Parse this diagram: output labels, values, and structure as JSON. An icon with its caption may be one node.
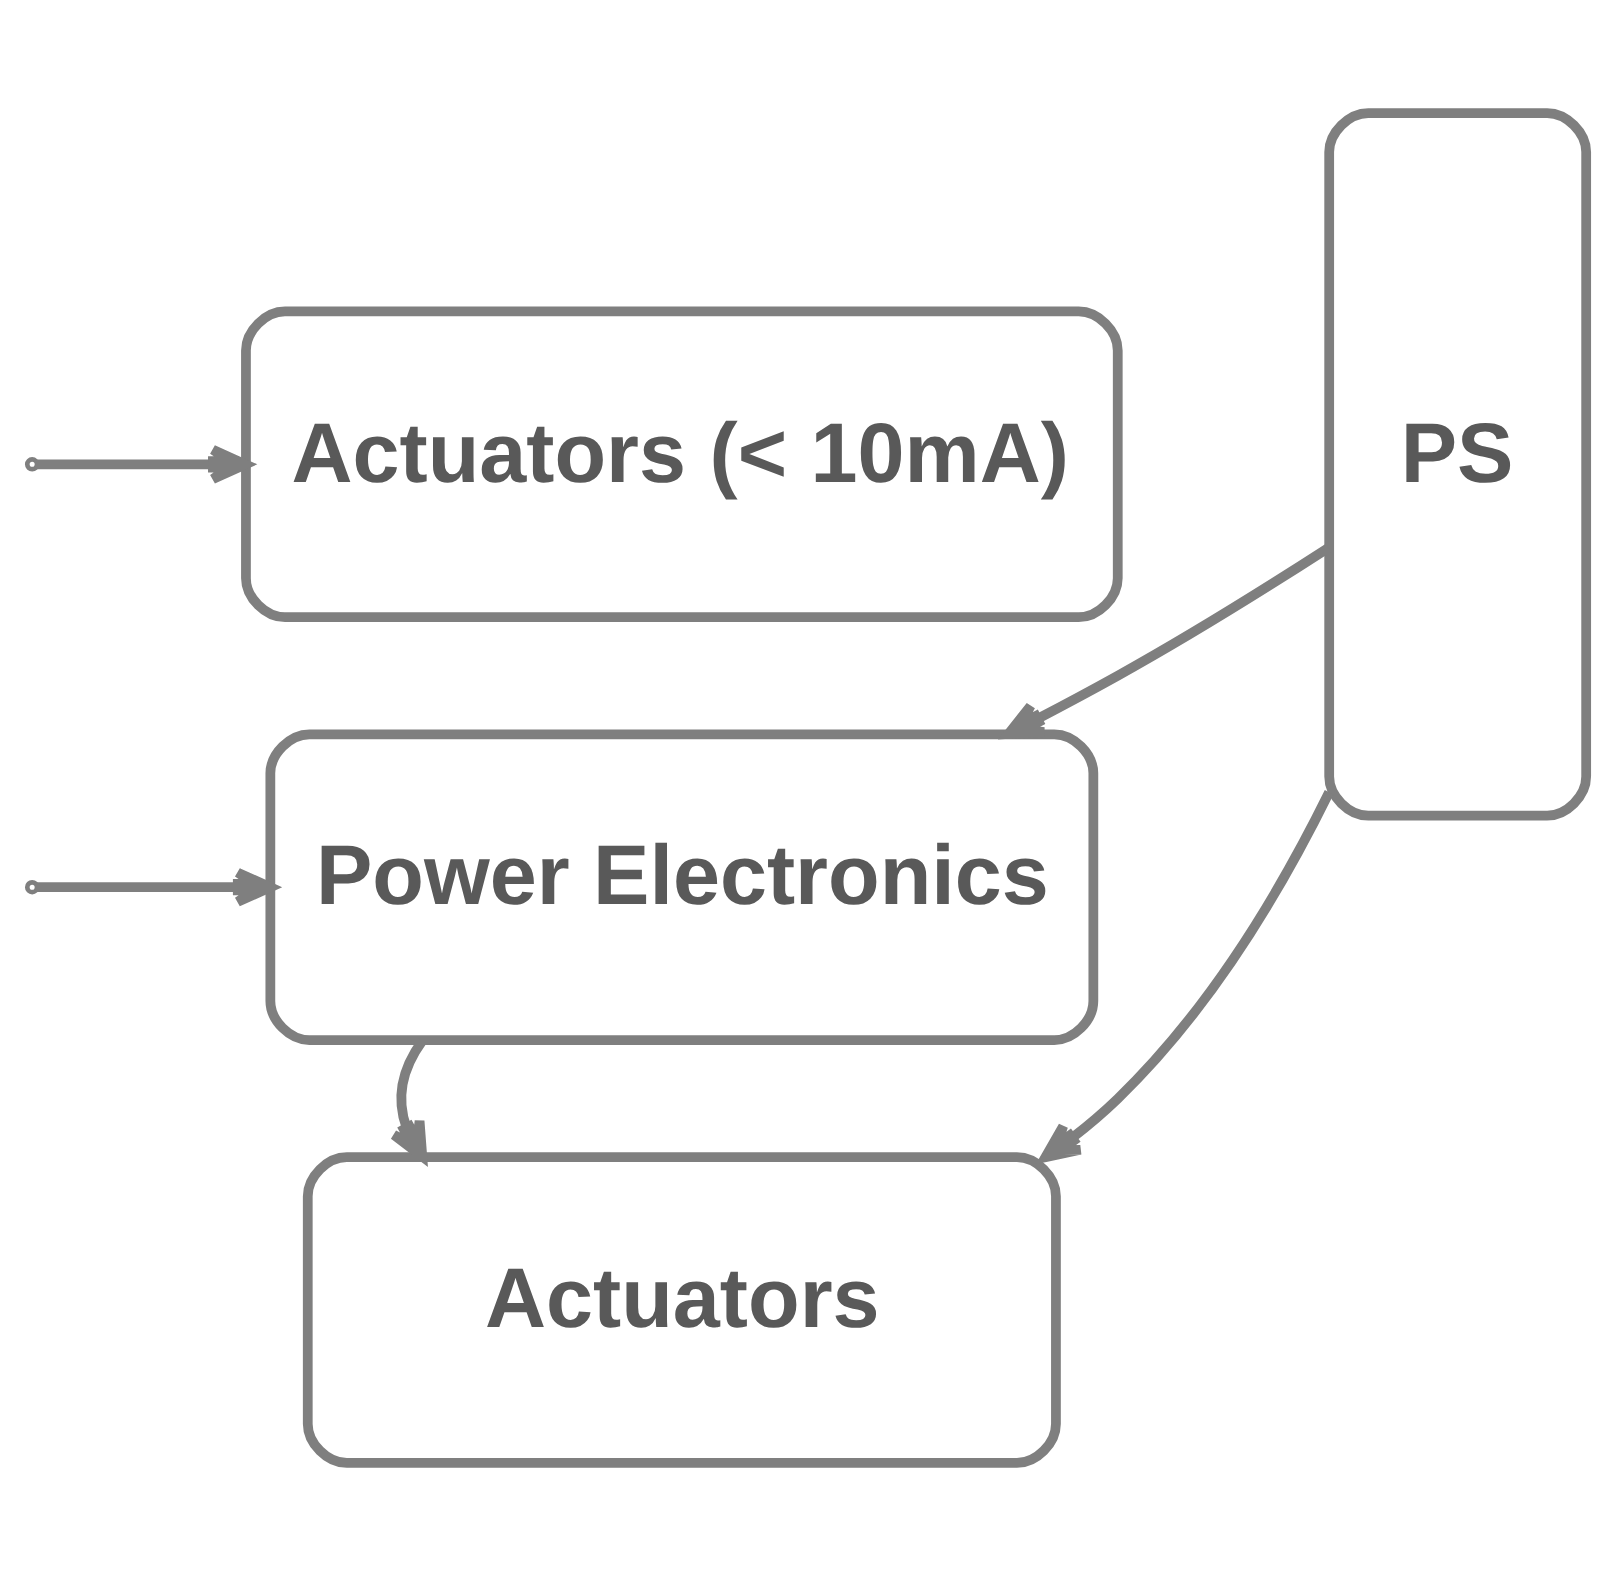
{
  "diagram": {
    "nodes": [
      {
        "text": [
          "Actuators (< 10mA)"
        ]
      },
      {
        "text": [
          "Power Electronics"
        ]
      },
      {
        "text": [
          "PS"
        ]
      },
      {
        "text": [
          "Actuators"
        ]
      }
    ],
    "edges": [
      {
        "from": null,
        "to": 0,
        "arrow": "to"
      },
      {
        "from": null,
        "to": 1,
        "arrow": "to"
      },
      {
        "from": 2,
        "to": 1,
        "arrow": "to"
      },
      {
        "from": 1,
        "to": 3,
        "arrow": "to"
      },
      {
        "from": 2,
        "to": 3,
        "arrow": "to"
      }
    ]
  }
}
